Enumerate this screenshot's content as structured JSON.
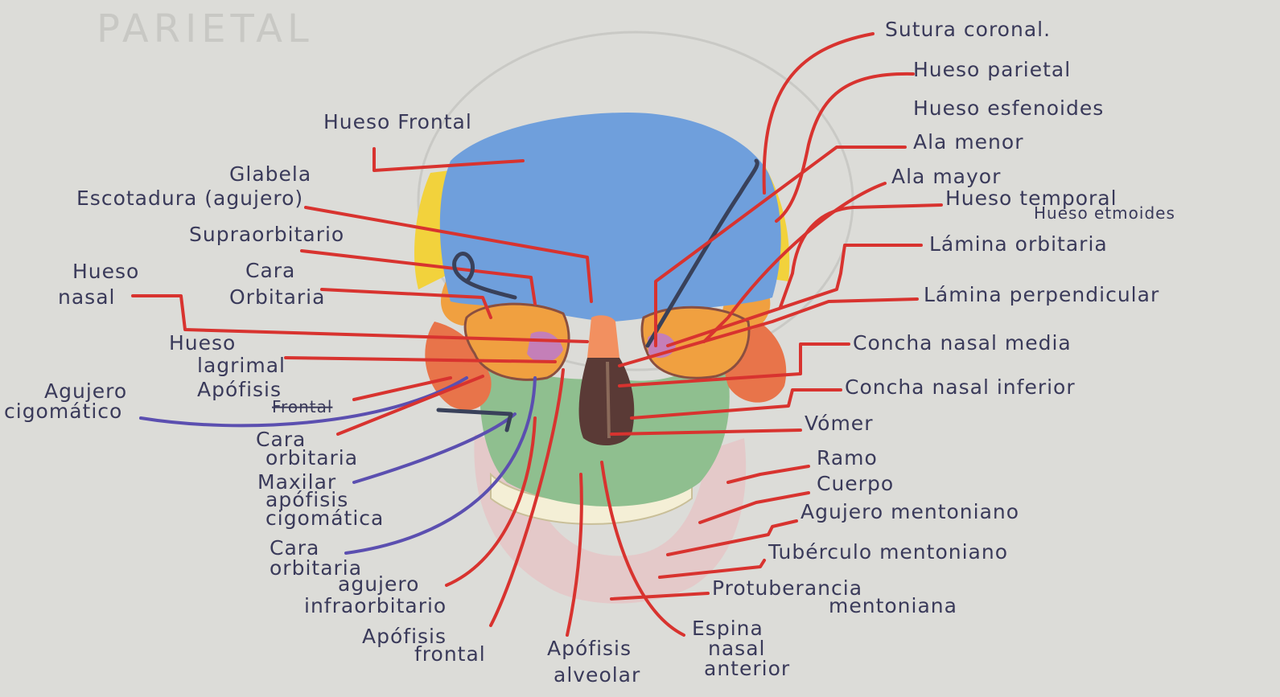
{
  "labels": {
    "hueso_frontal": "Hueso Frontal",
    "glabela": "Glabela",
    "escotadura": "Escotadura (agujero)",
    "supraorbitario": "Supraorbitario",
    "cara_orbitaria_1a": "Cara",
    "cara_orbitaria_1b": "Orbitaria",
    "hueso_nasal_a": "Hueso",
    "hueso_nasal_b": "nasal",
    "hueso_lagrimal_a": "Hueso",
    "hueso_lagrimal_b": "lagrimal",
    "apofisis_frontal_a": "Apófisis",
    "apofisis_frontal_b": "Frontal",
    "agujero_cigomatico_a": "Agujero",
    "agujero_cigomatico_b": "cigomático",
    "cara_orbitaria_2a": "Cara",
    "cara_orbitaria_2b": "orbitaria",
    "maxilar_a": "Maxilar",
    "maxilar_b": "apófisis",
    "maxilar_c": "cigomática",
    "cara_orbitaria_3a": "Cara",
    "cara_orbitaria_3b": "orbitaria",
    "agujero_infra_a": "agujero",
    "agujero_infra_b": "infraorbitario",
    "apofisis_frontal2_a": "Apófisis",
    "apofisis_frontal2_b": "frontal",
    "apofisis_alveolar_a": "Apófisis",
    "apofisis_alveolar_b": "alveolar",
    "espina_nasal_a": "Espina",
    "espina_nasal_b": "nasal",
    "espina_nasal_c": "anterior",
    "sutura_coronal": "Sutura coronal.",
    "hueso_parietal": "Hueso parietal",
    "hueso_esfenoides": "Hueso esfenoides",
    "ala_menor": "Ala menor",
    "ala_mayor": "Ala mayor",
    "hueso_temporal": "Hueso temporal",
    "hueso_etmoides": "Hueso etmoides",
    "lamina_orbitaria": "Lámina orbitaria",
    "lamina_perpendicular": "Lámina perpendicular",
    "concha_media": "Concha nasal media",
    "concha_inferior": "Concha nasal inferior",
    "vomer": "Vómer",
    "ramo": "Ramo",
    "cuerpo": "Cuerpo",
    "agujero_mentoniano": "Agujero mentoniano",
    "tuberculo_mentoniano": "Tubérculo mentoniano",
    "protuberancia_a": "Protuberancia",
    "protuberancia_b": "mentoniana",
    "faint_header": "PARIETAL"
  },
  "colors": {
    "paper": "#dcdcd8",
    "ink": "#3a3a5a",
    "leader_red": "#d8332f",
    "leader_blue": "#5b4fb0",
    "leader_dark": "#39415a",
    "frontal_bone": "#6f9fdc",
    "parietal_bone": "#f2d23c",
    "sphenoid": "#f0a040",
    "zygomatic": "#e8744a",
    "maxilla": "#8fbf8f",
    "mandible": "#e4c9c9",
    "nasal": "#f29060",
    "ethmoid": "#c47fb8"
  }
}
